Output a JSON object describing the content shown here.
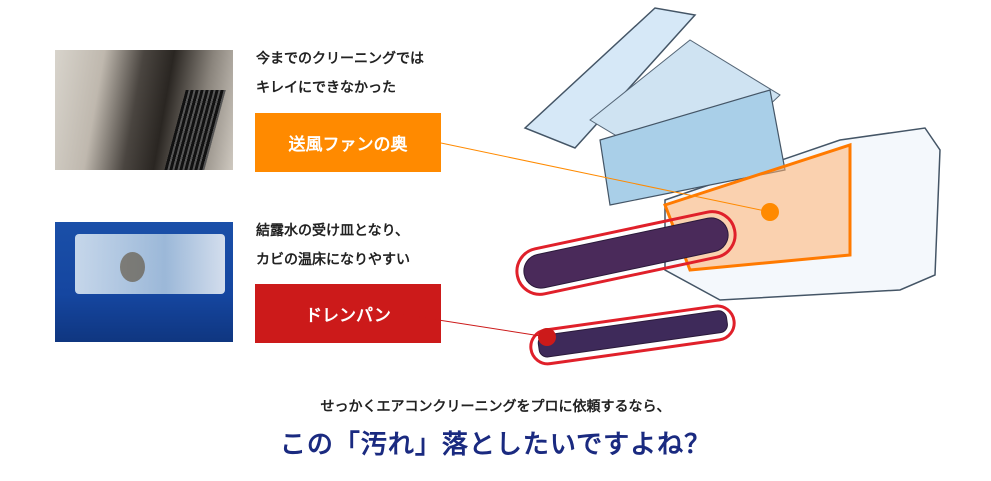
{
  "items": [
    {
      "desc_lines": [
        "今までのクリーニングでは",
        "キレイにできなかった"
      ],
      "label": "送風ファンの奥",
      "color": "#ff8a00"
    },
    {
      "desc_lines": [
        "結露水の受け皿となり、",
        "カビの温床になりやすい"
      ],
      "label": "ドレンパン",
      "color": "#cc1a1a"
    }
  ],
  "footer": {
    "subtitle": "せっかくエアコンクリーニングをプロに依頼するなら、",
    "headline": "この「汚れ」落としたいですよね？",
    "headline_color": "#1a2a80"
  }
}
